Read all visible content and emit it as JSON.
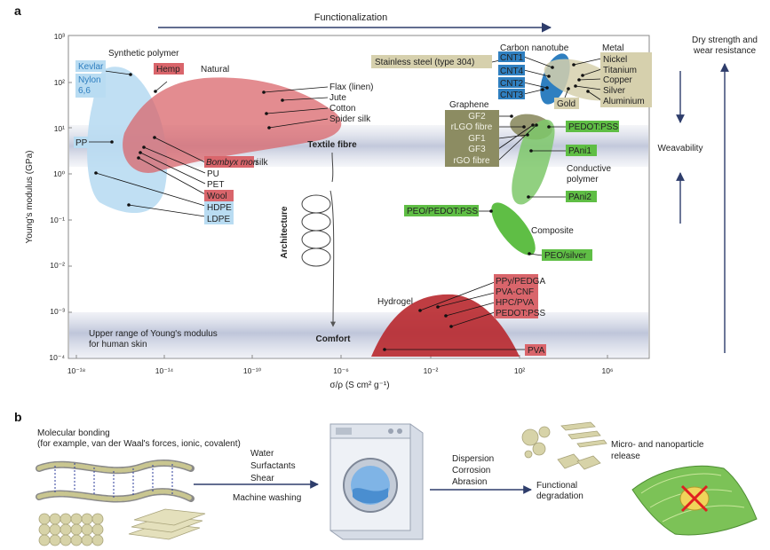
{
  "panels": {
    "a": "a",
    "b": "b"
  },
  "panel_a": {
    "functionalization": "Functionalization",
    "y_axis_label": "Young's modulus (GPa)",
    "x_axis_label": "σ/ρ (S cm² g⁻¹)",
    "y_ticks": [
      "10³",
      "10²",
      "10¹",
      "10⁰",
      "10⁻¹",
      "10⁻²",
      "10⁻³",
      "10⁻⁴"
    ],
    "x_ticks": [
      "10⁻¹⁸",
      "10⁻¹⁴",
      "10⁻¹⁰",
      "10⁻⁶",
      "10⁻²",
      "10²",
      "10⁶"
    ],
    "textile_fibre": "Textile fibre",
    "architecture": "Architecture",
    "comfort": "Comfort",
    "skin_range_line1": "Upper range of Young's modulus",
    "skin_range_line2": "for human skin",
    "right_top": "Dry strength and",
    "right_top2": "wear resistance",
    "weavability": "Weavability",
    "groups": {
      "synthetic": "Synthetic polymer",
      "natural": "Natural",
      "carbon_nanotube": "Carbon nanotube",
      "metal": "Metal",
      "graphene": "Graphene",
      "conductive": "Conductive",
      "conductive2": "polymer",
      "composite": "Composite",
      "hydrogel": "Hydrogel"
    },
    "labels": {
      "kevlar": "Kevlar",
      "nylon1": "Nylon",
      "nylon2": "6,6",
      "hemp": "Hemp",
      "pp": "PP",
      "flax": "Flax (linen)",
      "jute": "Jute",
      "cotton": "Cotton",
      "spider": "Spider silk",
      "bombyx": "Bombyx mori",
      "silk": " silk",
      "pu": "PU",
      "pet": "PET",
      "wool": "Wool",
      "hdpe": "HDPE",
      "ldpe": "LDPE",
      "stainless": "Stainless steel (type 304)",
      "cnt1": "CNT1",
      "cnt4": "CNT4",
      "cnt2": "CNT2",
      "cnt3": "CNT3",
      "nickel": "Nickel",
      "titanium": "Titanium",
      "copper": "Copper",
      "silver": "Silver",
      "aluminium": "Aluminium",
      "gold": "Gold",
      "gf2": "GF2",
      "rlgo": "rLGO fibre",
      "gf1": "GF1",
      "gf3": "GF3",
      "rgo": "rGO fibre",
      "pedotpss": "PEDOT:PSS",
      "pani1": "PAni1",
      "pani2": "PAni2",
      "peo_pedot": "PEO/PEDOT:PSS",
      "peo_silver": "PEO/silver",
      "ppy": "PPy/PEDGA",
      "pvacnf": "PVA-CNF",
      "hpcpva": "HPC/PVA",
      "pedotpss2": "PEDOT:PSS",
      "pva": "PVA"
    }
  },
  "panel_b": {
    "molecular1": "Molecular bonding",
    "molecular2": "(for example, van der Waal's forces, ionic, covalent)",
    "water": "Water",
    "surfactants": "Surfactants",
    "shear": "Shear",
    "machine_washing": "Machine washing",
    "dispersion": "Dispersion",
    "corrosion": "Corrosion",
    "abrasion": "Abrasion",
    "functional1": "Functional",
    "functional2": "degradation",
    "release1": "Micro- and nanoparticle",
    "release2": "release"
  },
  "colors": {
    "blue_region": "#b9dcf2",
    "natural_red": "#d9656b",
    "hydrogel_red": "#b8282e",
    "cnt_blue": "#2f7fc0",
    "metal_beige": "#d6d0ad",
    "graphene_olive": "#8c8c62",
    "conductive_green": "#6cc04a",
    "axis_navy": "#2e3d6b"
  }
}
